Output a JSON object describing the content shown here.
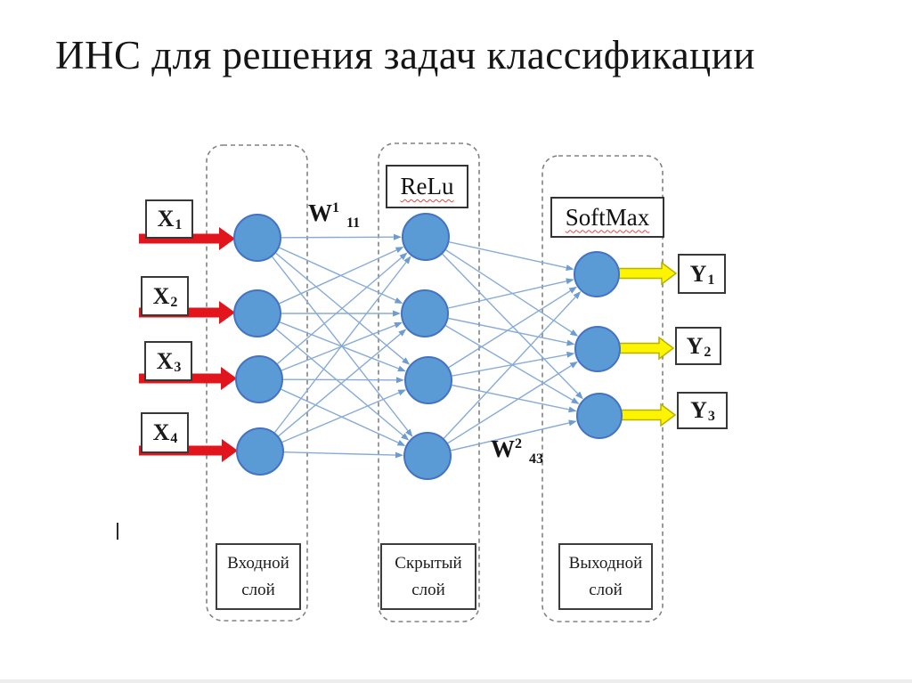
{
  "title": "ИНС для решения задач классификации",
  "io": {
    "inputs": [
      {
        "base": "X",
        "sub": "1"
      },
      {
        "base": "X",
        "sub": "2"
      },
      {
        "base": "X",
        "sub": "3"
      },
      {
        "base": "X",
        "sub": "4"
      }
    ],
    "outputs": [
      {
        "base": "Y",
        "sub": "1"
      },
      {
        "base": "Y",
        "sub": "2"
      },
      {
        "base": "Y",
        "sub": "3"
      }
    ]
  },
  "activations": {
    "hidden": "ReLu",
    "output": "SoftMax"
  },
  "weights": {
    "w1": {
      "base": "W",
      "sup": "1",
      "sub": "11"
    },
    "w2": {
      "base": "W",
      "sup": "2",
      "sub": "43"
    }
  },
  "layers": {
    "input": {
      "line1": "Входной",
      "line2": "слой"
    },
    "hidden": {
      "line1": "Скрытый",
      "line2": "слой"
    },
    "output": {
      "line1": "Выходной",
      "line2": "слой"
    }
  },
  "network": {
    "input_nodes": 4,
    "hidden_nodes": 4,
    "output_nodes": 3,
    "fully_connected": true
  },
  "colors": {
    "node_fill": "#5B9BD5",
    "node_border": "#4472C4",
    "wire": "#87ABD8",
    "wire_head": "#6C9CD0",
    "frame_dash": "#828282",
    "input_arrow": "#E2151C",
    "output_arrow_fill": "#FCF400",
    "output_arrow_stroke": "#B8B100",
    "squiggle": "#E04848"
  }
}
